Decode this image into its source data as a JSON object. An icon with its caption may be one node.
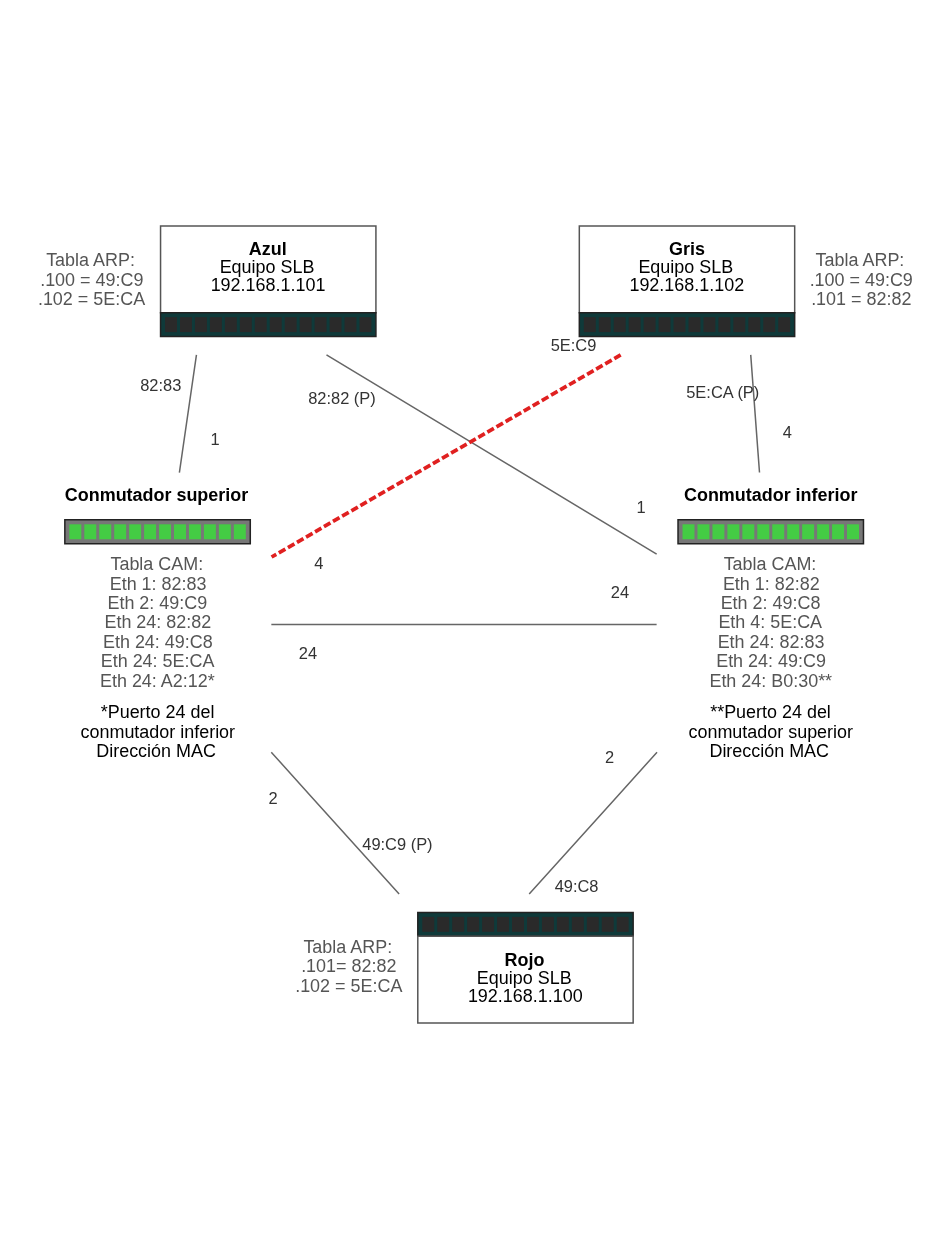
{
  "diagram": {
    "nodes": [
      {
        "text": [
          "Azul",
          "Equipo SLB",
          "192.168.1.101"
        ],
        "beside": [
          "Tabla ARP:",
          ".100 = 49:C9",
          ".102 = 5E:CA"
        ]
      },
      {
        "text": [
          "Gris",
          "Equipo SLB",
          "192.168.1.102"
        ],
        "beside": [
          "Tabla ARP:",
          ".100 = 49:C9",
          ".101 = 82:82"
        ]
      },
      {
        "text": [
          "Conmutador superior"
        ],
        "beside": [
          "Tabla CAM:",
          "Eth 1: 82:83",
          "Eth 2: 49:C9",
          "Eth 24: 82:82",
          "Eth 24: 49:C8",
          "Eth 24: 5E:CA",
          "Eth 24: A2:12*",
          "*Puerto 24 del conmutador inferior Dirección MAC"
        ]
      },
      {
        "text": [
          "Conmutador inferior"
        ],
        "beside": [
          "Tabla CAM:",
          "Eth 1: 82:82",
          "Eth 2: 49:C8",
          "Eth 4: 5E:CA",
          "Eth 24: 82:83",
          "Eth 24: 49:C9",
          "Eth 24: B0:30**",
          "**Puerto 24 del conmutador superior Dirección MAC"
        ]
      },
      {
        "text": [
          "Rojo",
          "Equipo SLB",
          "192.168.1.100"
        ],
        "beside": [
          "Tabla ARP:",
          ".101= 82:82",
          ".102 = 5E:CA"
        ]
      }
    ],
    "edges": [
      {
        "from": 0,
        "to": 2,
        "arrow": "none"
      },
      {
        "from": 0,
        "to": 3,
        "arrow": "none"
      },
      {
        "from": 1,
        "to": 2,
        "arrow": "none",
        "style": "dashed",
        "color": "#e02020"
      },
      {
        "from": 1,
        "to": 3,
        "arrow": "none"
      },
      {
        "from": 2,
        "to": 3,
        "arrow": "none"
      },
      {
        "from": 2,
        "to": 4,
        "arrow": "none"
      },
      {
        "from": 3,
        "to": 4,
        "arrow": "none"
      }
    ],
    "labels": [
      "82:83",
      "1",
      "82:82 (P)",
      "1",
      "5E:C9",
      "4",
      "5E:CA (P)",
      "4",
      "24",
      "24",
      "2",
      "49:C9 (P)",
      "2",
      "49:C8"
    ]
  }
}
